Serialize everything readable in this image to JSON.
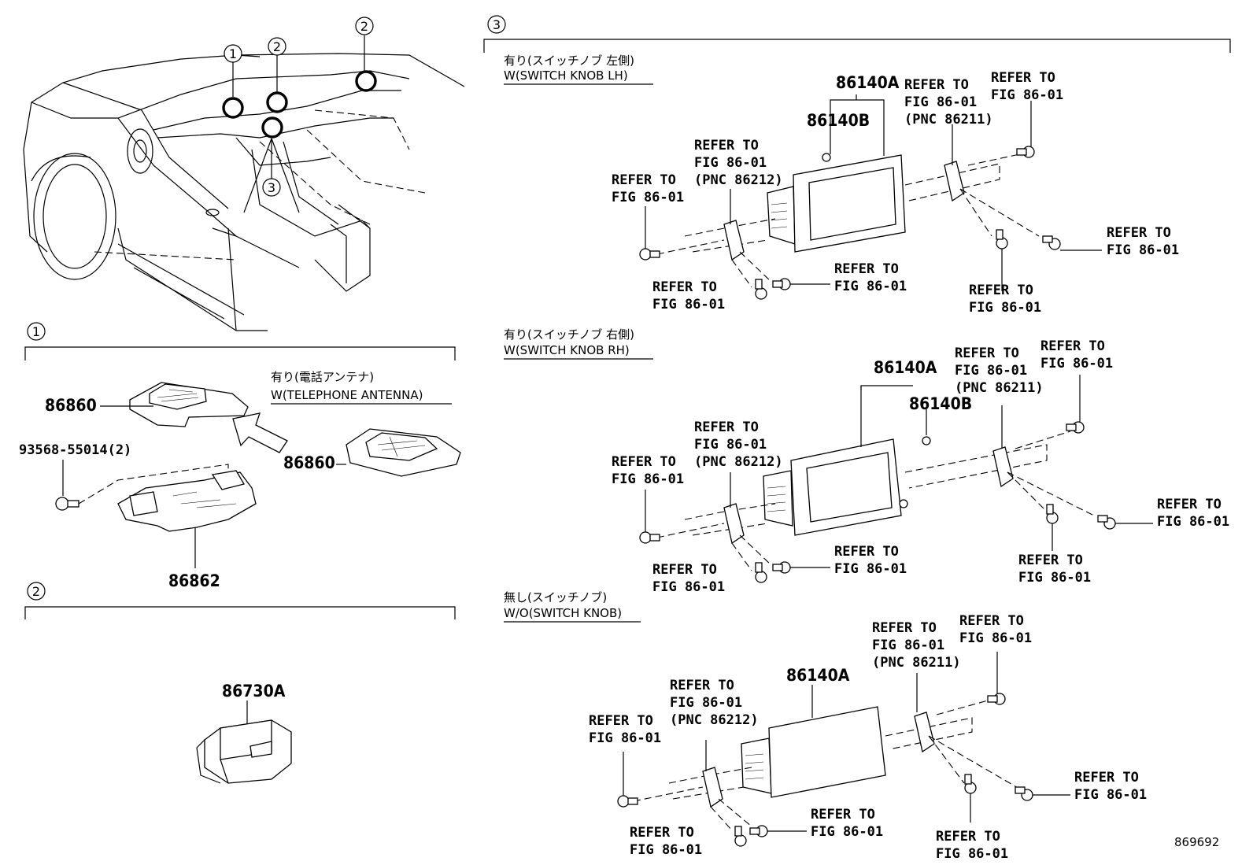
{
  "figure_id": "869692",
  "overview": {
    "callouts": [
      "1",
      "2",
      "2",
      "3"
    ]
  },
  "section1": {
    "marker": "1",
    "condition_jp": "有り(電話アンテナ)",
    "condition_en": "W(TELEPHONE ANTENNA)",
    "parts": [
      "86860",
      "93568-55014(2)",
      "86860",
      "86862"
    ]
  },
  "section2": {
    "marker": "2",
    "parts": [
      "86730A"
    ]
  },
  "section3": {
    "marker": "3",
    "groups": [
      {
        "condition_jp": "有り(スイッチノブ 左側)",
        "condition_en": "W(SWITCH KNOB LH)",
        "part_a": "86140A",
        "part_b": "86140B",
        "refs": [
          [
            "REFER TO",
            "FIG 86-01",
            "(PNC 86211)"
          ],
          [
            "REFER TO",
            "FIG 86-01"
          ],
          [
            "REFER TO",
            "FIG 86-01",
            "(PNC 86212)"
          ],
          [
            "REFER TO",
            "FIG 86-01"
          ],
          [
            "REFER TO",
            "FIG 86-01"
          ],
          [
            "REFER TO",
            "FIG 86-01"
          ],
          [
            "REFER TO",
            "FIG 86-01"
          ],
          [
            "REFER TO",
            "FIG 86-01"
          ]
        ]
      },
      {
        "condition_jp": "有り(スイッチノブ 右側)",
        "condition_en": "W(SWITCH KNOB RH)",
        "part_a": "86140A",
        "part_b": "86140B",
        "refs": [
          [
            "REFER TO",
            "FIG 86-01",
            "(PNC 86211)"
          ],
          [
            "REFER TO",
            "FIG 86-01"
          ],
          [
            "REFER TO",
            "FIG 86-01",
            "(PNC 86212)"
          ],
          [
            "REFER TO",
            "FIG 86-01"
          ],
          [
            "REFER TO",
            "FIG 86-01"
          ],
          [
            "REFER TO",
            "FIG 86-01"
          ],
          [
            "REFER TO",
            "FIG 86-01"
          ],
          [
            "REFER TO",
            "FIG 86-01"
          ]
        ]
      },
      {
        "condition_jp": "無し(スイッチノブ)",
        "condition_en": "W/O(SWITCH KNOB)",
        "part_a": "86140A",
        "refs": [
          [
            "REFER TO",
            "FIG 86-01",
            "(PNC 86211)"
          ],
          [
            "REFER TO",
            "FIG 86-01"
          ],
          [
            "REFER TO",
            "FIG 86-01",
            "(PNC 86212)"
          ],
          [
            "REFER TO",
            "FIG 86-01"
          ],
          [
            "REFER TO",
            "FIG 86-01"
          ],
          [
            "REFER TO",
            "FIG 86-01"
          ],
          [
            "REFER TO",
            "FIG 86-01"
          ],
          [
            "REFER TO",
            "FIG 86-01"
          ]
        ]
      }
    ]
  }
}
